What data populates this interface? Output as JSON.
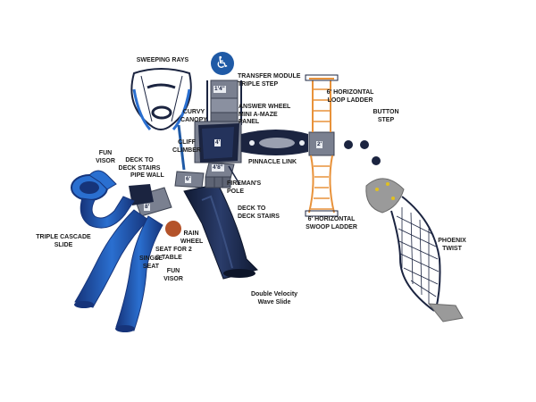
{
  "labels": {
    "sweeping_rays": "SWEEPING RAYS",
    "transfer_module": "TRANSFER MODULE\nTRIPLE STEP",
    "loop_ladder": "6' HORIZONTAL\nLOOP LADDER",
    "curvy_canopy": "CURVY\nCANOPY",
    "answer_wheel": "ANSWER WHEEL\nMINI A-MAZE\nPANEL",
    "button_step": "BUTTON\nSTEP",
    "cliff_climber": "CLIFF\nCLIMBER",
    "fun_visor_top": "FUN\nVISOR",
    "deck_to_deck_top": "DECK TO\nDECK STAIRS",
    "pinnacle_link": "PINNACLE LINK",
    "pipe_wall": "PIPE WALL",
    "firemans_pole": "FIREMAN'S\nPOLE",
    "swoop_ladder": "6' HORIZONTAL\nSWOOP LADDER",
    "deck_to_deck_bottom": "DECK TO\nDECK STAIRS",
    "triple_cascade": "TRIPLE CASCADE\nSLIDE",
    "rain_wheel": "RAIN\nWHEEL",
    "seat_for_2": "SEAT FOR 2\n& TABLE",
    "single_seat": "SINGLE\nSEAT",
    "fun_visor_bottom": "FUN\nVISOR",
    "phoenix_twist": "PHOENIX\nTWIST",
    "double_velocity": "Double Velocity\nWave Slide"
  },
  "dimensions": {
    "d_1_4": "1'4\"",
    "d_4": "4'",
    "d_2": "2'",
    "d_4_8": "4'8\"",
    "d_6": "6'",
    "d_8": "8'"
  },
  "icons": {
    "accessibility": "wheelchair-accessibility-icon"
  },
  "colors": {
    "navy": "#1b2440",
    "slide_blue": "#1f5aa6",
    "slide_dark": "#16233f",
    "orange": "#e8923a",
    "deck_gray": "#7a8090",
    "rock_gray": "#9a9a9a",
    "accent_brown": "#b4532a"
  }
}
